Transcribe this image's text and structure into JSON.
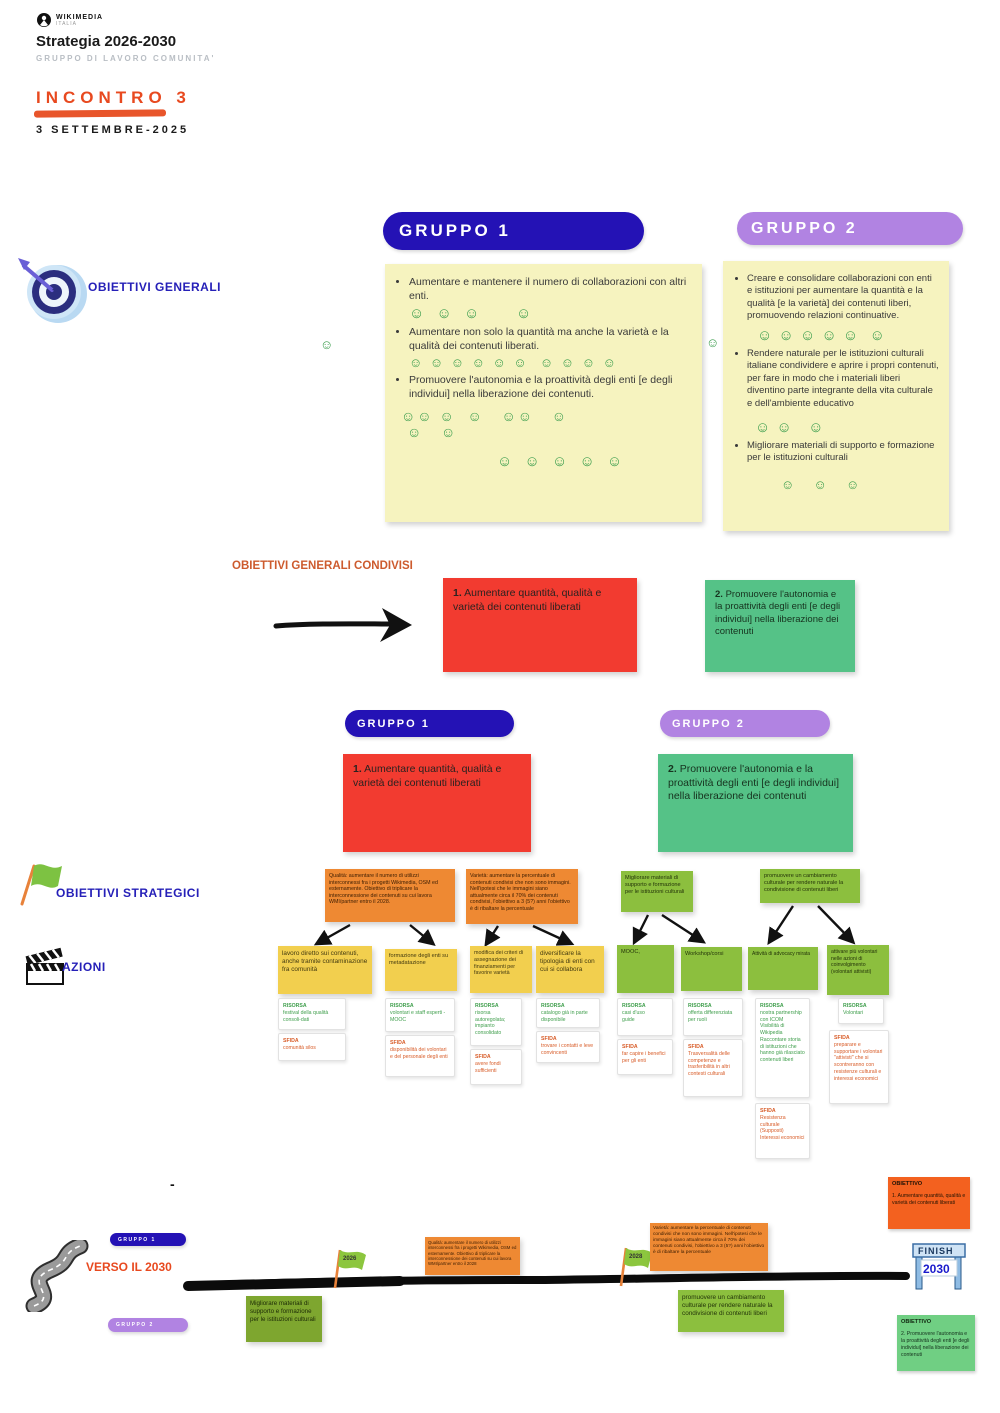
{
  "header": {
    "brand_line1": "WIKIMEDIA",
    "brand_line2": "ITALIA",
    "title": "Strategia  2026-2030",
    "subtitle": "GRUPPO DI LAVORO COMUNITA'",
    "meeting": "INCONTRO 3",
    "date": "3 SETTEMBRE-2025"
  },
  "labels": {
    "gruppo1": "GRUPPO 1",
    "gruppo2": "GRUPPO 2",
    "obiettivi_generali": "OBIETTIVI GENERALI",
    "condivisi": "OBIETTIVI GENERALI CONDIVISI",
    "strategici": "OBIETTIVI STRATEGICI",
    "azioni": "AZIONI",
    "verso": "VERSO IL 2030",
    "risorsa": "RISORSA",
    "sfida": "SFIDA",
    "obiettivo": "OBIETTIVO",
    "dash": "-"
  },
  "general": {
    "g1": {
      "b1": "Aumentare e mantenere il numero di collaborazioni con altri enti.",
      "s1": "☺ ☺ ☺    ☺",
      "b2": "Aumentare non solo la quantità ma anche la varietà e la qualità dei contenuti liberati.",
      "s2": "☺ ☺ ☺ ☺ ☺ ☺  ☺ ☺ ☺ ☺",
      "b3": "Promuovere l'autonomia e la proattività degli enti [e degli individui] nella liberazione dei contenuti.",
      "s3a": "☺☺ ☺  ☺   ☺☺   ☺",
      "s3b": "☺   ☺",
      "s3c": "☺ ☺ ☺ ☺ ☺"
    },
    "g2": {
      "b1": "Creare e consolidare collaborazioni con enti e istituzioni per aumentare la quantità e la qualità [e la varietà] dei contenuti liberi, promuovendo relazioni continuative.",
      "s1": "☺ ☺ ☺ ☺ ☺  ☺",
      "b2": "Rendere naturale per le istituzioni culturali italiane condividere e aprire i propri contenuti, per fare in modo che i materiali liberi diventino parte integrante della vita culturale e dell'ambiente educativo",
      "s2": "☺ ☺   ☺",
      "b3": "Migliorare materiali di supporto e formazione per le istituzioni culturali",
      "s3": "☺  ☺  ☺"
    },
    "stray1": "☺",
    "stray2": "☺"
  },
  "shared": {
    "n1": "1.",
    "t1": "Aumentare quantità, qualità e varietà dei contenuti liberati",
    "n2": "2.",
    "t2": "Promuovere l'autonomia e la proattività degli enti [e degli individui] nella liberazione dei contenuti"
  },
  "strategic": {
    "a": "Qualità: aumentare il numero di utilizzi interconnessi fra i progetti Wikimedia, OSM ed esternamente. Obiettivo di triplicare la interconnessione dei contenuti su cui lavora WMI/partner entro il 2028.",
    "b": "Varietà: aumentare la percentuale di contenuti condivisi che non sono immagini. Nell'ipotesi che le immagini siano attualmente circa il 70% dei contenuti condivisi, l'obiettivo a 3 (5?) anni l'obiettivo è di ribaltare la percentuale",
    "c": "Migliorare materiali di supporto e formazione per le istituzioni culturali",
    "d": "promuovere un cambiamento culturale per rendere naturale la condivisione di contenuti liberi"
  },
  "actions": [
    {
      "label": "lavoro diretto sui contenuti, anche tramite contaminazione fra comunità",
      "risorsa": "festival della qualità consoli-dati",
      "sfida": "comunità silos"
    },
    {
      "label": "formazione degli enti su metadatazione",
      "risorsa": "volontari e staff esperti - MOOC",
      "sfida": "disponibilità dei volontari e del personale degli enti"
    },
    {
      "label": "modifica dei criteri di assegnazione dei finanziamenti per favorire varietà",
      "risorsa": "risorsa autoregolata; impianto consolidato",
      "sfida": "avere fondi sufficienti"
    },
    {
      "label": "diversificare la tipologia di enti con cui si collabora",
      "risorsa": "catalogo già in parte disponibile",
      "sfida": "trovare i contatti e leve convincenti"
    },
    {
      "label": "MOOC,",
      "risorsa": "casi d'uso\nguide",
      "sfida": "far capire i benefici per gli enti"
    },
    {
      "label": "Workshop/corsi",
      "risorsa": "offerta differenziata per ruoli",
      "sfida": "Trasversalità delle competenze e trasferibilità in altri contesti culturali"
    },
    {
      "label": "Attività di advocacy mirata",
      "risorsa": "nostra partnership con ICOM\nVisibilità di Wikipedia\nRaccontare storia di istituzioni che hanno già rilasciato contenuti liberi",
      "sfida": "Resistenza culturale\n(Supposti)\nInteressi economici"
    },
    {
      "label": "attivare più volontari nelle azioni di coinvolgimento (volontari attivisti)",
      "risorsa": "Volontari",
      "sfida": "preparare e supportare i volontari \"attivisti\" che si scontreranno con resistenze culturali e interessi economici"
    }
  ],
  "timeline": {
    "flag1": "2026",
    "flag2": "2028",
    "finish": "FINISH",
    "year": "2030",
    "nota_qualita": "Qualità: aumentare il numero di utilizzi interconnessi fra i progetti Wikimedia, OSM ed esternamente. Obiettivo di triplicare la interconnessione dei contenuti su cui lavora WMI/partner entro il 2028",
    "nota_varieta": "Varietà: aumentare la percentuale di contenuti condivisi che non sono immagini. Nell'ipotesi che le immagini siano attualmente circa il 70% dei contenuti condivisi, l'obiettivo a 3 (5?) anni l'obiettivo è di ribaltare la percentuale",
    "nota_migliorare": "Migliorare materiali di supporto e formazione per le istituzioni culturali",
    "nota_promuovere": "promuovere un cambiamento culturale per rendere naturale la condivisione di contenuti liberi",
    "ob1": "1. Aumentare quantità, qualità e varietà dei contenuti liberati",
    "ob2": "2. Promuovere l'autonomia e la proattività degli enti [e degli individui] nella liberazione dei contenuti"
  },
  "colors": {
    "blue": "#2412b5",
    "purple": "#b183e2",
    "yellow_note": "#f6f3bf",
    "red": "#f23b30",
    "green": "#55c287",
    "orange_note": "#ee8933",
    "action_yellow": "#f2cf4e",
    "action_green": "#8cbf3e",
    "accent_orange": "#e8491f",
    "smiley_green": "#3d9e4f",
    "obiettivo_orange": "#f3611f",
    "obiettivo_green": "#70cf83"
  }
}
